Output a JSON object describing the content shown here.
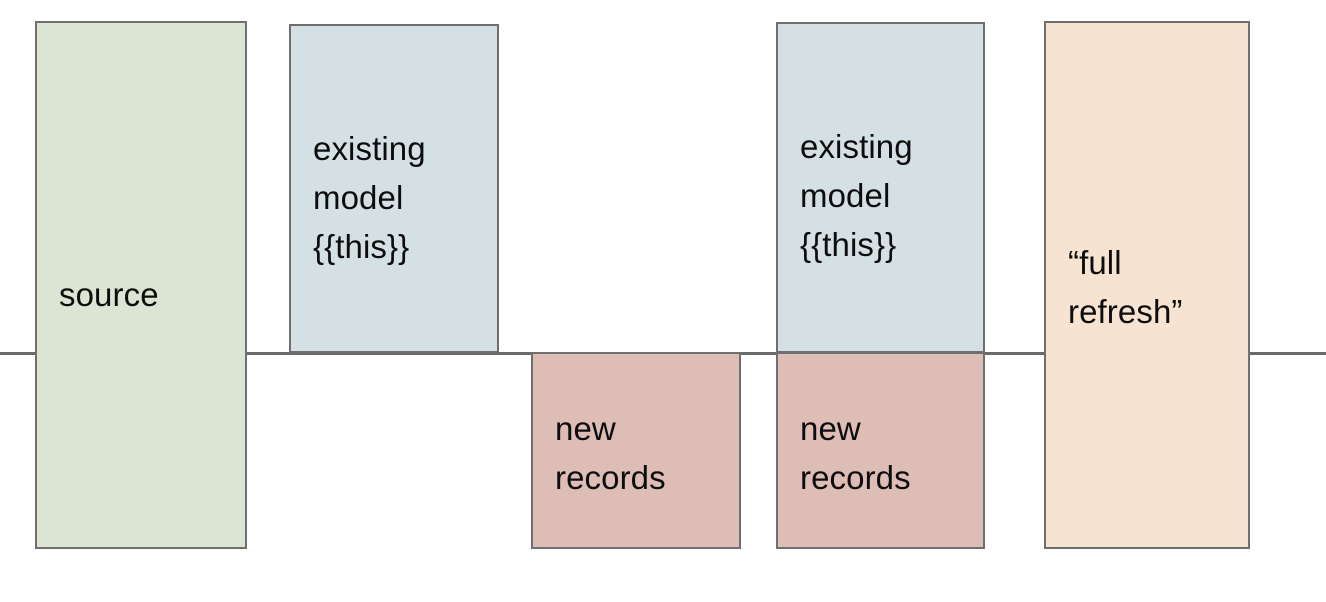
{
  "diagram": {
    "title": "incremental model full refresh diagram",
    "background_color": "#ffffff",
    "axis_line": {
      "name": "horizontal-divider-line",
      "color": "#6a6a6a"
    },
    "nodes": [
      {
        "id": "source",
        "label": "source",
        "fill": "#dce5d3",
        "stroke": "#6f6f6f"
      },
      {
        "id": "existing-model-a",
        "label": "existing\nmodel\n{{this}}",
        "fill": "#d5e0e4",
        "stroke": "#6f6f6f"
      },
      {
        "id": "new-records-a",
        "label": "new\nrecords",
        "fill": "#debdb6",
        "stroke": "#6f6f6f"
      },
      {
        "id": "existing-model-b",
        "label": "existing\nmodel\n{{this}}",
        "fill": "#d5e0e4",
        "stroke": "#6f6f6f"
      },
      {
        "id": "new-records-b",
        "label": "new\nrecords",
        "fill": "#debdb6",
        "stroke": "#6f6f6f"
      },
      {
        "id": "full-refresh",
        "label": "“full\nrefresh”",
        "fill": "#f7e3d1",
        "stroke": "#6f6f6f"
      }
    ]
  }
}
